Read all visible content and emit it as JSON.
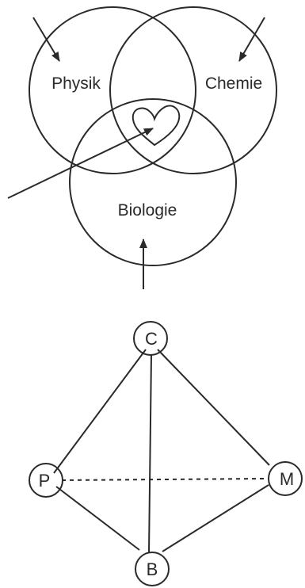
{
  "venn": {
    "sets": [
      {
        "id": "physics",
        "label": "Physik"
      },
      {
        "id": "chemistry",
        "label": "Chemie"
      },
      {
        "id": "biology",
        "label": "Biologie"
      }
    ],
    "center_symbol": "heart-icon"
  },
  "tetrahedron": {
    "nodes": [
      {
        "id": "c",
        "label": "C"
      },
      {
        "id": "p",
        "label": "P"
      },
      {
        "id": "m",
        "label": "M"
      },
      {
        "id": "b",
        "label": "B"
      }
    ],
    "edges": [
      {
        "from": "c",
        "to": "p",
        "style": "solid"
      },
      {
        "from": "c",
        "to": "m",
        "style": "solid"
      },
      {
        "from": "c",
        "to": "b",
        "style": "solid"
      },
      {
        "from": "p",
        "to": "b",
        "style": "solid"
      },
      {
        "from": "m",
        "to": "b",
        "style": "solid"
      },
      {
        "from": "p",
        "to": "m",
        "style": "dashed"
      }
    ]
  },
  "colors": {
    "ink": "#2a2a2a",
    "background": "#ffffff"
  }
}
